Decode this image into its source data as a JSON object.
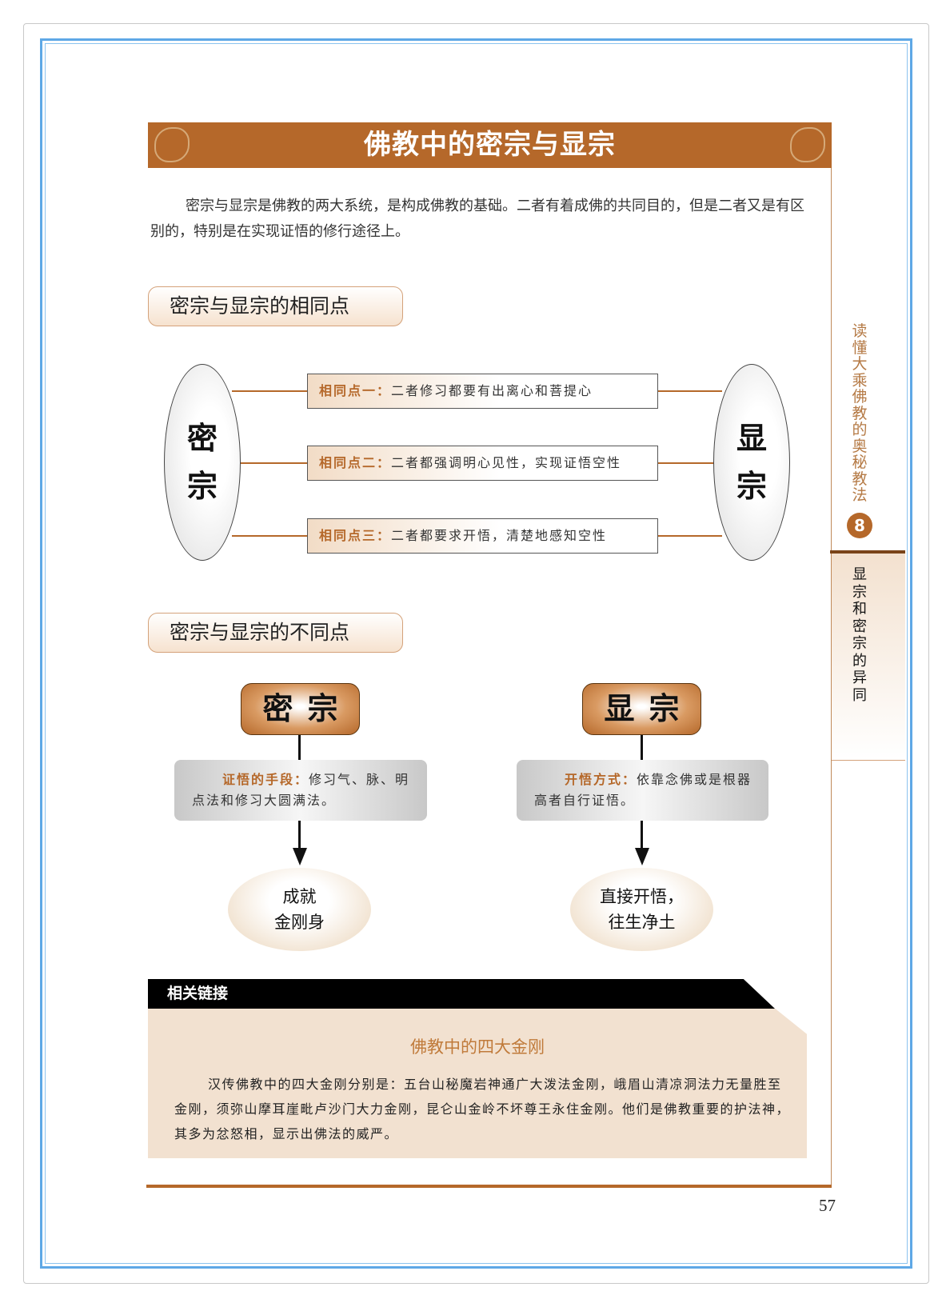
{
  "title": "佛教中的密宗与显宗",
  "intro": "密宗与显宗是佛教的两大系统，是构成佛教的基础。二者有着成佛的共同目的，但是二者又是有区别的，特别是在实现证悟的修行途径上。",
  "same": {
    "heading": "密宗与显宗的相同点",
    "left": [
      "密",
      "宗"
    ],
    "right": [
      "显",
      "宗"
    ],
    "points": [
      {
        "label": "相同点一：",
        "text": "二者修习都要有出离心和菩提心"
      },
      {
        "label": "相同点二：",
        "text": "二者都强调明心见性，实现证悟空性"
      },
      {
        "label": "相同点三：",
        "text": "二者都要求开悟，清楚地感知空性"
      }
    ]
  },
  "diff": {
    "heading": "密宗与显宗的不同点",
    "left": {
      "badge": "密宗",
      "label": "证悟的手段：",
      "text": "修习气、脉、明点法和修习大圆满法。",
      "result": [
        "成就",
        "金刚身"
      ]
    },
    "right": {
      "badge": "显宗",
      "label": "开悟方式：",
      "text": "依靠念佛或是根器高者自行证悟。",
      "result": [
        "直接开悟，",
        "往生净土"
      ]
    }
  },
  "related": {
    "bar": "相关链接",
    "title": "佛教中的四大金刚",
    "body": "汉传佛教中的四大金刚分别是：五台山秘魔岩神通广大泼法金刚，峨眉山清凉洞法力无量胜至金刚，须弥山摩耳崖毗卢沙门大力金刚，昆仑山金岭不坏尊王永住金刚。他们是佛教重要的护法神，其多为忿怒相，显示出佛法的威严。"
  },
  "side": {
    "book": "读懂大乘佛教的奥秘教法",
    "chapter": "8",
    "section": "显宗和密宗的异同"
  },
  "page_number": "57",
  "colors": {
    "accent": "#b5682a",
    "border": "#5ea8e6"
  }
}
